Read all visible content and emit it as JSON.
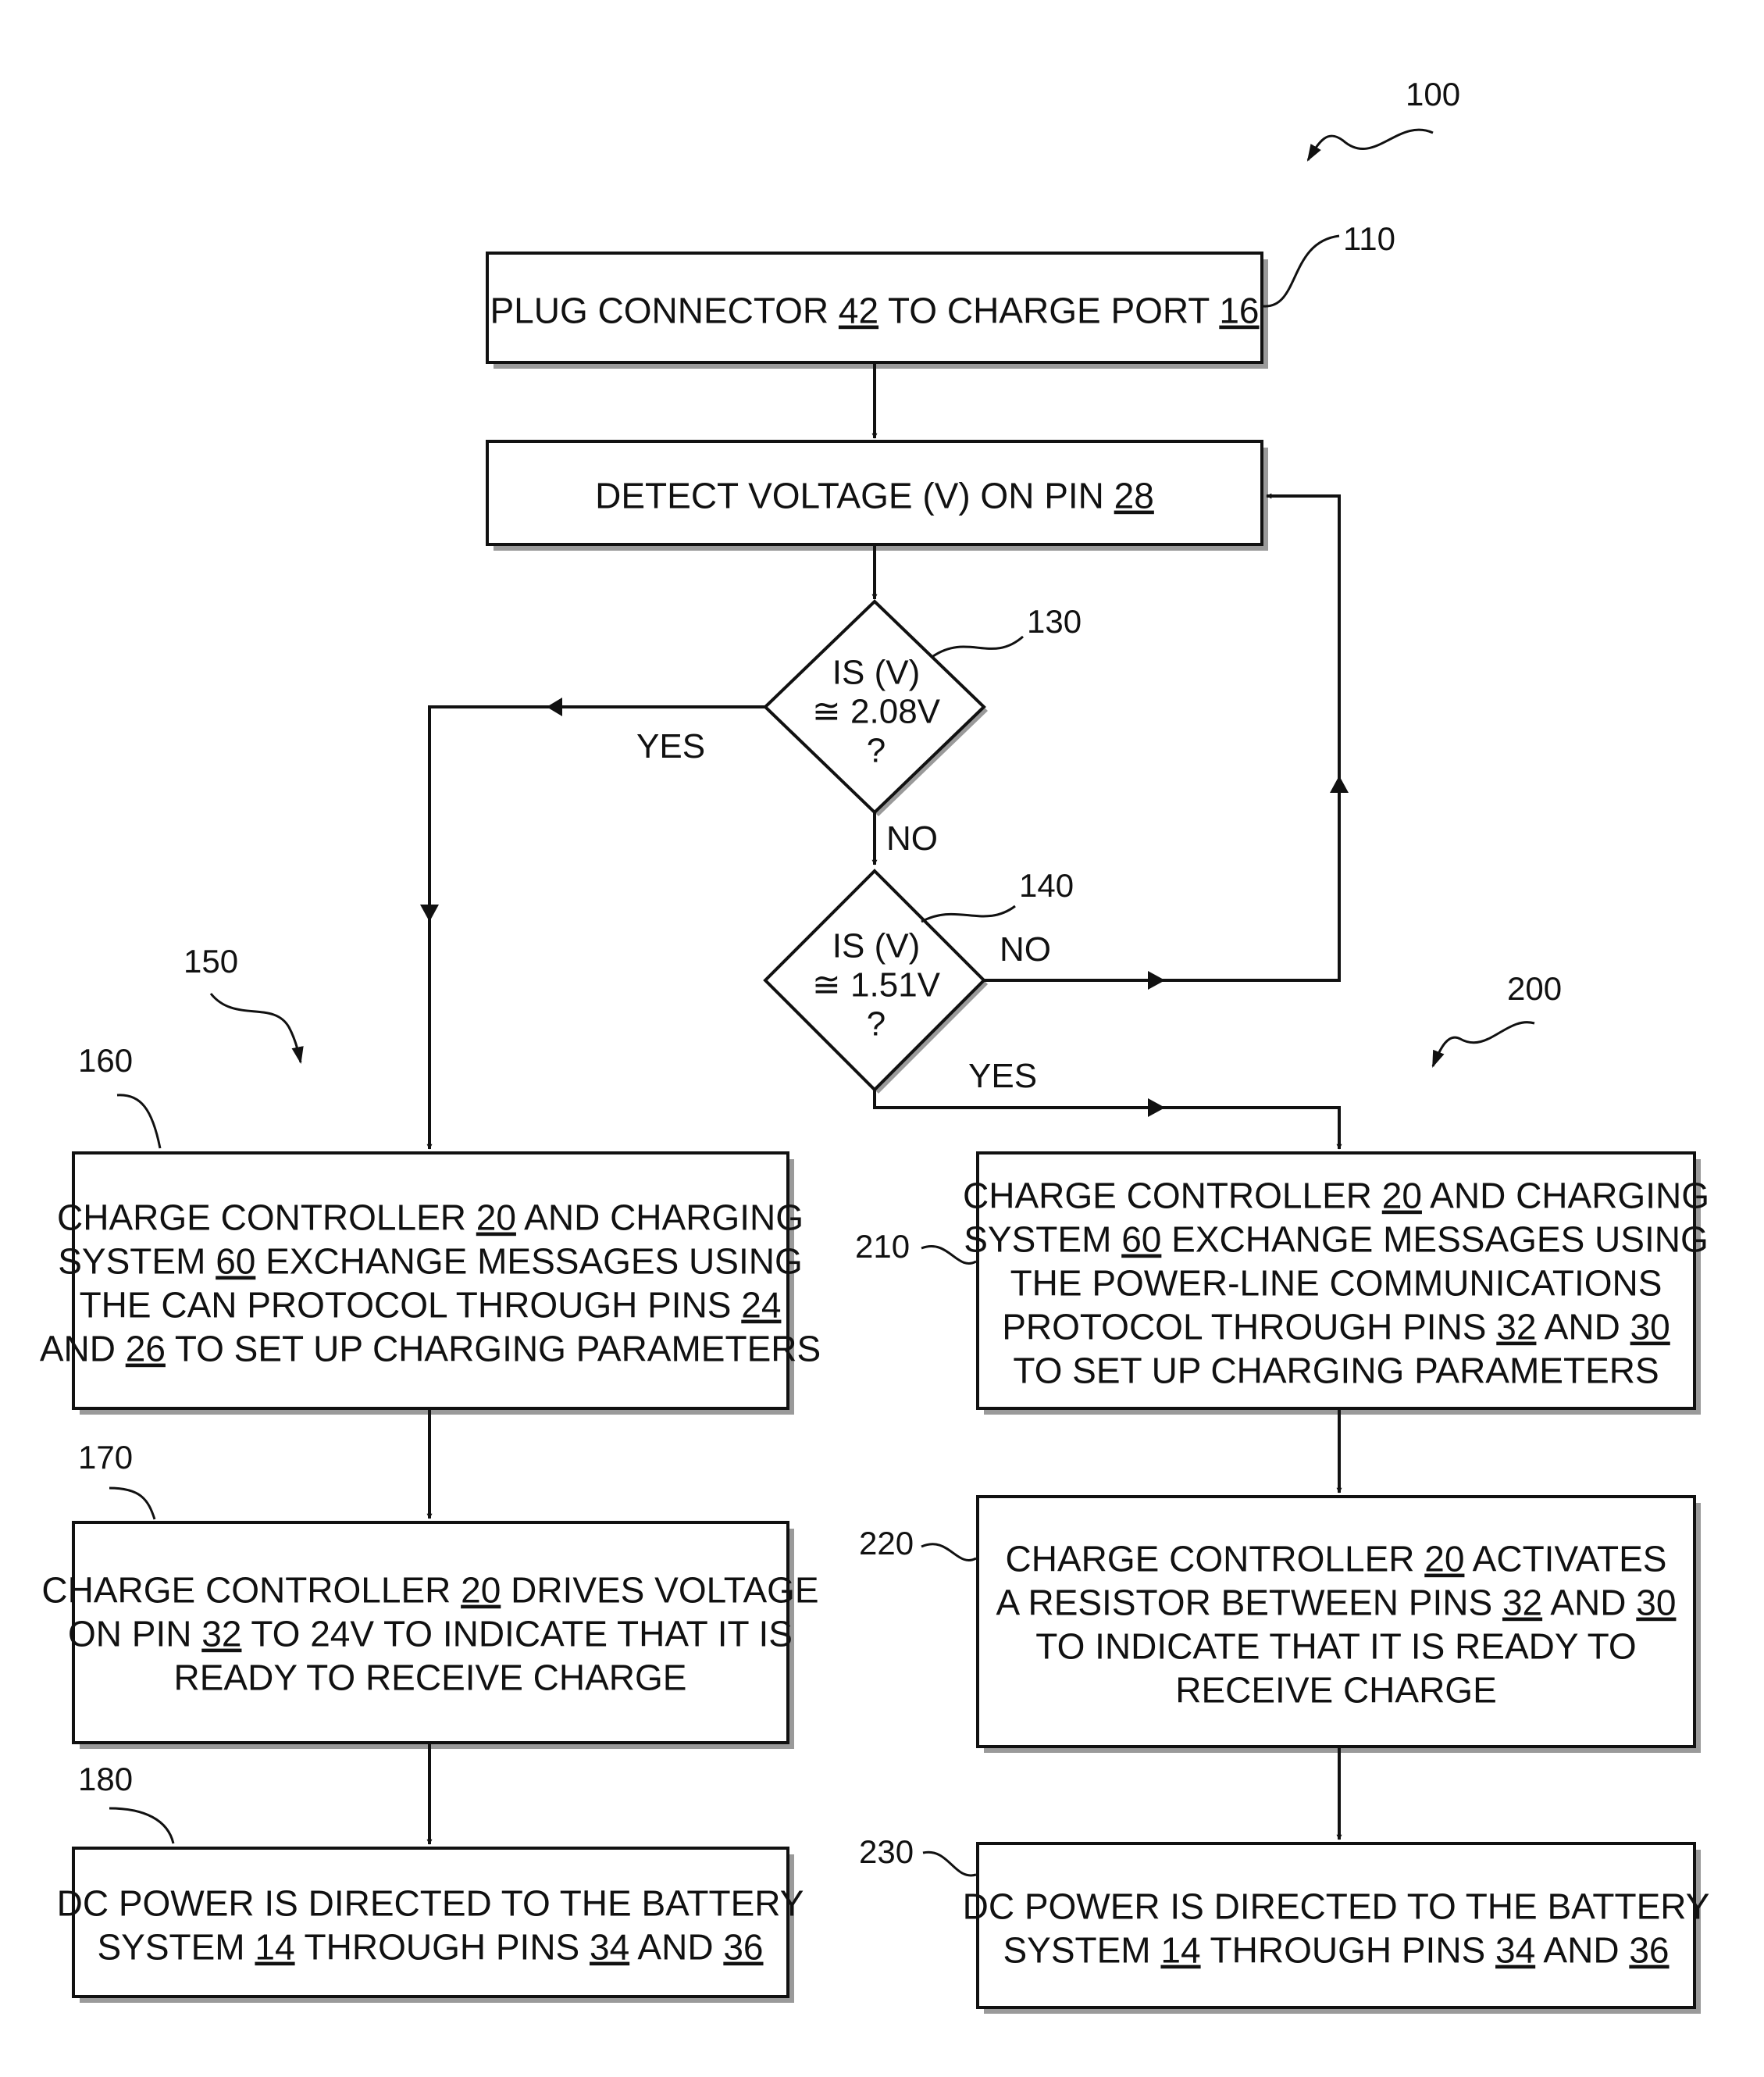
{
  "figure": {
    "ref": "100"
  },
  "nodes": {
    "n110": {
      "ref": "110",
      "lines": [
        [
          {
            "t": "PLUG CONNECTOR "
          },
          {
            "t": "42",
            "u": true
          },
          {
            "t": " TO CHARGE PORT "
          },
          {
            "t": "16",
            "u": true
          }
        ]
      ]
    },
    "n120": {
      "lines": [
        [
          {
            "t": "DETECT VOLTAGE (V) ON PIN "
          },
          {
            "t": "28",
            "u": true
          }
        ]
      ]
    },
    "n130": {
      "ref": "130",
      "lines": [
        [
          {
            "t": "IS (V)"
          }
        ],
        [
          {
            "t": "≅ 2.08V"
          }
        ],
        [
          {
            "t": "?"
          }
        ]
      ]
    },
    "n140": {
      "ref": "140",
      "lines": [
        [
          {
            "t": "IS (V)"
          }
        ],
        [
          {
            "t": "≅ 1.51V"
          }
        ],
        [
          {
            "t": "?"
          }
        ]
      ]
    },
    "n160": {
      "ref": "160",
      "lines": [
        [
          {
            "t": "CHARGE CONTROLLER "
          },
          {
            "t": "20",
            "u": true
          },
          {
            "t": " AND CHARGING"
          }
        ],
        [
          {
            "t": "SYSTEM "
          },
          {
            "t": "60",
            "u": true
          },
          {
            "t": " EXCHANGE MESSAGES USING"
          }
        ],
        [
          {
            "t": "THE CAN PROTOCOL THROUGH PINS "
          },
          {
            "t": "24",
            "u": true
          }
        ],
        [
          {
            "t": "AND "
          },
          {
            "t": "26",
            "u": true
          },
          {
            "t": " TO SET UP CHARGING PARAMETERS"
          }
        ]
      ]
    },
    "n170": {
      "ref": "170",
      "lines": [
        [
          {
            "t": "CHARGE CONTROLLER "
          },
          {
            "t": "20",
            "u": true
          },
          {
            "t": " DRIVES VOLTAGE"
          }
        ],
        [
          {
            "t": "ON PIN "
          },
          {
            "t": "32",
            "u": true
          },
          {
            "t": " TO 24V TO INDICATE THAT IT IS"
          }
        ],
        [
          {
            "t": "READY TO RECEIVE CHARGE"
          }
        ]
      ]
    },
    "n180": {
      "ref": "180",
      "lines": [
        [
          {
            "t": "DC POWER IS DIRECTED  TO THE BATTERY"
          }
        ],
        [
          {
            "t": "SYSTEM "
          },
          {
            "t": "14",
            "u": true
          },
          {
            "t": " THROUGH PINS "
          },
          {
            "t": "34",
            "u": true
          },
          {
            "t": " AND "
          },
          {
            "t": "36",
            "u": true
          }
        ]
      ]
    },
    "n210": {
      "ref": "210",
      "lines": [
        [
          {
            "t": "CHARGE CONTROLLER "
          },
          {
            "t": "20",
            "u": true
          },
          {
            "t": " AND CHARGING"
          }
        ],
        [
          {
            "t": "SYSTEM "
          },
          {
            "t": "60",
            "u": true
          },
          {
            "t": " EXCHANGE MESSAGES USING"
          }
        ],
        [
          {
            "t": "THE POWER-LINE COMMUNICATIONS"
          }
        ],
        [
          {
            "t": "PROTOCOL THROUGH PINS "
          },
          {
            "t": "32",
            "u": true
          },
          {
            "t": " AND "
          },
          {
            "t": "30",
            "u": true
          }
        ],
        [
          {
            "t": "TO SET UP CHARGING PARAMETERS"
          }
        ]
      ]
    },
    "n220": {
      "ref": "220",
      "lines": [
        [
          {
            "t": "CHARGE CONTROLLER "
          },
          {
            "t": "20",
            "u": true
          },
          {
            "t": " ACTIVATES"
          }
        ],
        [
          {
            "t": "A RESISTOR BETWEEN PINS "
          },
          {
            "t": "32",
            "u": true
          },
          {
            "t": " AND "
          },
          {
            "t": "30",
            "u": true
          }
        ],
        [
          {
            "t": "TO INDICATE THAT IT IS READY TO"
          }
        ],
        [
          {
            "t": "RECEIVE CHARGE"
          }
        ]
      ]
    },
    "n230": {
      "ref": "230",
      "lines": [
        [
          {
            "t": "DC POWER IS DIRECTED  TO THE BATTERY"
          }
        ],
        [
          {
            "t": "SYSTEM "
          },
          {
            "t": "14",
            "u": true
          },
          {
            "t": " THROUGH PINS "
          },
          {
            "t": "34",
            "u": true
          },
          {
            "t": " AND "
          },
          {
            "t": "36",
            "u": true
          }
        ]
      ]
    }
  },
  "branches": {
    "n150": {
      "ref": "150"
    },
    "n200": {
      "ref": "200"
    }
  },
  "edge_labels": {
    "yes_130": "YES",
    "no_130": "NO",
    "no_140": "NO",
    "yes_140": "YES"
  }
}
